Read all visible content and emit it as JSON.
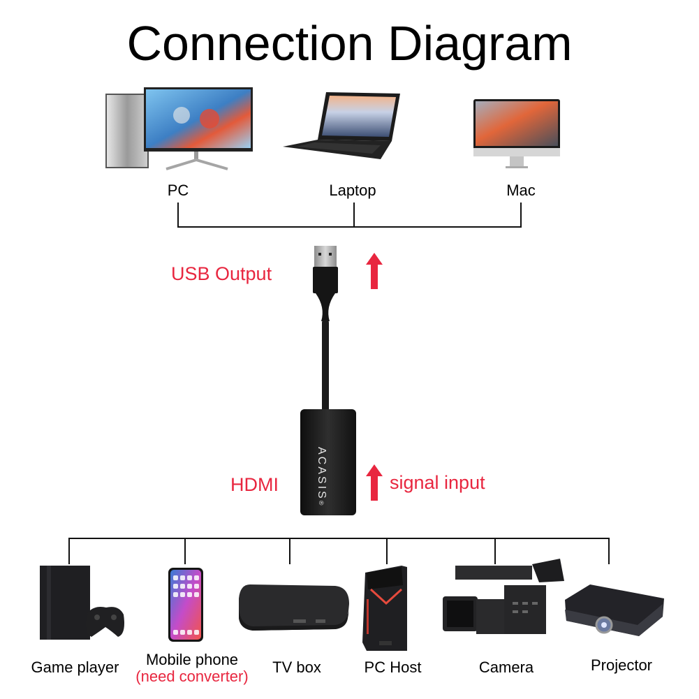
{
  "title": "Connection Diagram",
  "output_devices": [
    {
      "label": "PC",
      "icon": "desktop-pc-icon"
    },
    {
      "label": "Laptop",
      "icon": "laptop-icon"
    },
    {
      "label": "Mac",
      "icon": "imac-icon"
    }
  ],
  "adapter": {
    "usb_label": "USB Output",
    "hdmi_label": "HDMI",
    "signal_label": "signal input",
    "brand": "ACASIS",
    "brand_mark": "®"
  },
  "input_devices": [
    {
      "label": "Game player",
      "icon": "game-console-icon"
    },
    {
      "label": "Mobile phone",
      "note": "(need converter)",
      "icon": "mobile-phone-icon"
    },
    {
      "label": "TV box",
      "icon": "tv-box-icon"
    },
    {
      "label": "PC Host",
      "icon": "pc-tower-icon"
    },
    {
      "label": "Camera",
      "icon": "video-camera-icon"
    },
    {
      "label": "Projector",
      "icon": "projector-icon"
    }
  ],
  "colors": {
    "accent": "#e8263f",
    "line": "#111111"
  }
}
